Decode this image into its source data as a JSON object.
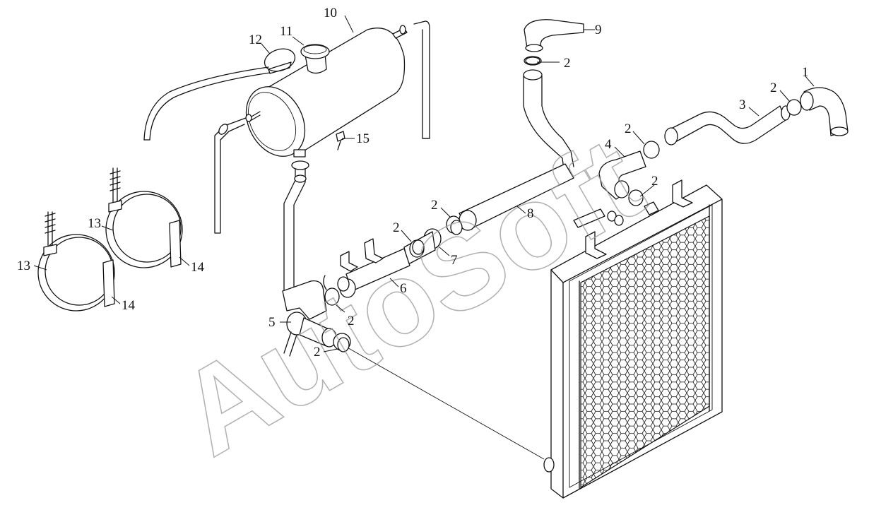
{
  "watermark": "AutoSoft",
  "labels": {
    "l1": "1",
    "l2a": "2",
    "l2b": "2",
    "l2c": "2",
    "l2d": "2",
    "l2e": "2",
    "l2f": "2",
    "l2g": "2",
    "l2h": "2",
    "l3": "3",
    "l4": "4",
    "l5": "5",
    "l6": "6",
    "l7": "7",
    "l8": "8",
    "l9": "9",
    "l10": "10",
    "l11": "11",
    "l12": "12",
    "l13a": "13",
    "l13b": "13",
    "l14a": "14",
    "l14b": "14",
    "l15": "15"
  }
}
